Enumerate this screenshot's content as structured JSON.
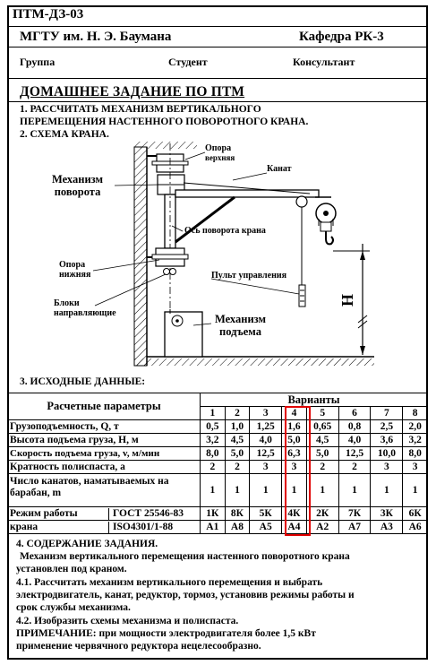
{
  "header": {
    "code": "ПТМ-ДЗ-03",
    "university": "МГТУ им. Н. Э. Баумана",
    "department": "Кафедра РК-3",
    "group_label": "Группа",
    "student_label": "Студент",
    "consultant_label": "Консультант"
  },
  "title": "ДОМАШНЕЕ ЗАДАНИЕ ПО ПТМ",
  "task": {
    "line1": "1. РАССЧИТАТЬ МЕХАНИЗМ ВЕРТИКАЛЬНОГО",
    "line2": "ПЕРЕМЕЩЕНИЯ НАСТЕННОГО   ПОВОРОТНОГО КРАНА.",
    "line3": "2. СХЕМА КРАНА."
  },
  "scheme": {
    "support_top_1": "Опора",
    "support_top_2": "верхняя",
    "rope": "Канат",
    "rotation_mech_1": "Механизм",
    "rotation_mech_2": "поворота",
    "axis": "Ось поворота крана",
    "support_bottom_1": "Опора",
    "support_bottom_2": "нижняя",
    "control_panel": "Пульт управления",
    "guide_blocks_1": "Блоки",
    "guide_blocks_2": "направляющие",
    "lift_mech_1": "Механизм",
    "lift_mech_2": "подъема",
    "height_symbol": "H"
  },
  "section3": "3. ИСХОДНЫЕ ДАННЫЕ:",
  "table": {
    "params_header": "Расчетные параметры",
    "variants_header": "Варианты",
    "variants": [
      "1",
      "2",
      "3",
      "4",
      "5",
      "6",
      "7",
      "8"
    ],
    "rows": [
      {
        "label": "Грузоподъемность, Q, т",
        "values": [
          "0,5",
          "1,0",
          "1,25",
          "1,6",
          "0,65",
          "0,8",
          "2,5",
          "2,0"
        ]
      },
      {
        "label": "Высота подъема груза, H, м",
        "values": [
          "3,2",
          "4,5",
          "4,0",
          "5,0",
          "4,5",
          "4,0",
          "3,6",
          "3,2"
        ]
      },
      {
        "label": "Скорость подъема груза, v, м/мин",
        "values": [
          "8,0",
          "5,0",
          "12,5",
          "6,3",
          "5,0",
          "12,5",
          "10,0",
          "8,0"
        ]
      },
      {
        "label": "Кратность полиспаста, a",
        "values": [
          "2",
          "2",
          "3",
          "3",
          "2",
          "2",
          "3",
          "3"
        ]
      },
      {
        "label1": "Число канатов, наматываемых на",
        "label2": "барабан, m",
        "values": [
          "1",
          "1",
          "1",
          "1",
          "1",
          "1",
          "1",
          "1"
        ]
      }
    ],
    "mode_label1": "Режим работы",
    "mode_label2": "крана",
    "gost": "ГОСТ 25546-83",
    "iso": "ISO4301/1-88",
    "gost_values": [
      "1К",
      "8К",
      "5К",
      "4К",
      "2К",
      "7К",
      "3К",
      "6К"
    ],
    "iso_values": [
      "А1",
      "А8",
      "А5",
      "А4",
      "А2",
      "А7",
      "А3",
      "А6"
    ]
  },
  "content": {
    "heading": "4. СОДЕРЖАНИЕ ЗАДАНИЯ.",
    "p1a": "Механизм вертикального перемещения  настенного поворотного крана",
    "p1b": "установлен под краном.",
    "p2a": "4.1. Рассчитать механизм вертикального перемещения и выбрать",
    "p2b": "электродвигатель, канат, редуктор, тормоз, установив режимы работы и",
    "p2c": "срок службы механизма.",
    "p3": "4.2. Изобразить схемы механизма и полиспаста.",
    "note_label": "ПРИМЕЧАНИЕ:",
    "note_a": "  при мощности электродвигателя более 1,5 кВт",
    "note_b": "применение червячного редуктора нецелесообразно."
  },
  "highlight_color": "#e00000"
}
